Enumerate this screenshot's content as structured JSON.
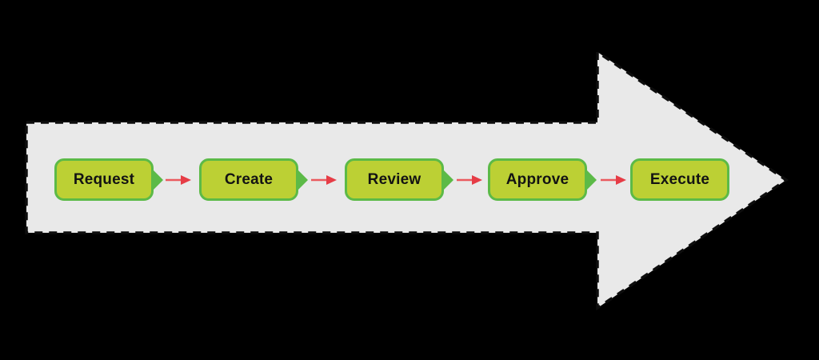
{
  "diagram": {
    "type": "process-flow",
    "direction": "left-to-right",
    "steps": [
      {
        "label": "Request"
      },
      {
        "label": "Create"
      },
      {
        "label": "Review"
      },
      {
        "label": "Approve"
      },
      {
        "label": "Execute"
      }
    ],
    "connector_count": 4
  },
  "colors": {
    "background": "#000000",
    "arrow_fill": "#e9e9e9",
    "arrow_stroke": "#0d0d0d",
    "box_fill": "#bcd034",
    "box_border": "#5cba47",
    "connector_red": "#e63c46",
    "connector_shaft": "#ea5a5f",
    "label_text": "#131313"
  }
}
